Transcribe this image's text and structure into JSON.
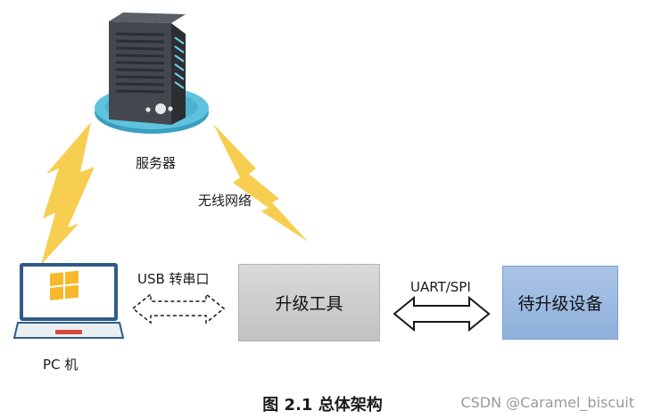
{
  "diagram": {
    "server_label": "服务器",
    "wireless_label": "无线网络",
    "pc_label": "PC 机",
    "usb_label": "USB 转串口",
    "upgrade_tool_label": "升级工具",
    "uart_label": "UART/SPI",
    "device_label": "待升级设备",
    "caption": "图 2.1  总体架构",
    "watermark": "CSDN @Caramel_biscuit"
  },
  "colors": {
    "lightning": "#f7c93e",
    "server_body": "#3f4348",
    "server_base": "#4fb7d4",
    "tool_box": "#c8c8c8",
    "device_box": "#9ab9e1",
    "laptop_frame": "#3d6f9e"
  }
}
